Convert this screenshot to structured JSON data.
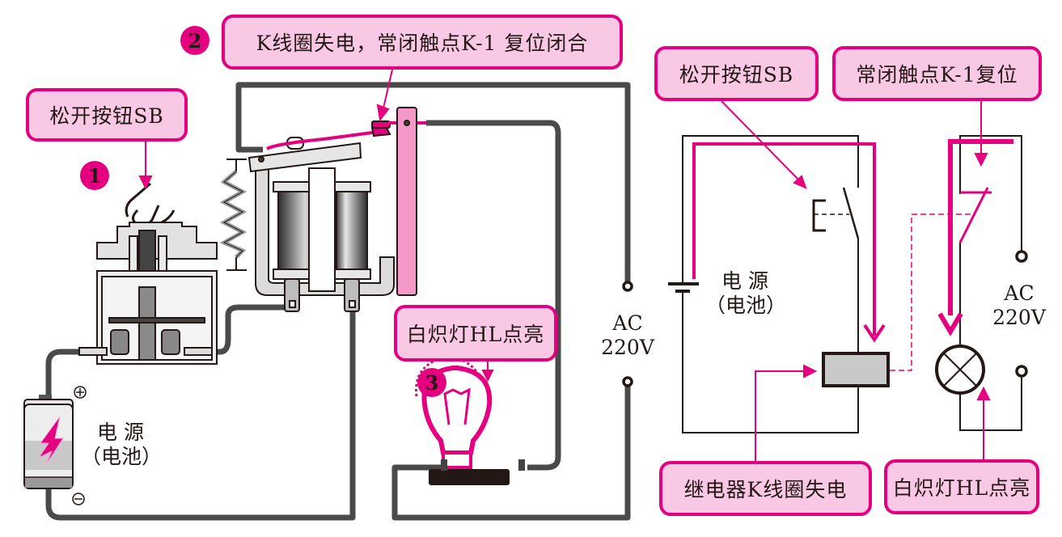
{
  "figure": {
    "title": "继电器常闭触点复位：松开按钮SB后白炽灯点亮",
    "colors": {
      "accent": "#e4007f",
      "callout_fill": "#f8c8e4",
      "armature_fill": "#f59ac8",
      "wire": "#4a4a4a",
      "text": "#231815"
    }
  },
  "pictorial": {
    "steps": [
      {
        "number": "1",
        "text": "松开按钮SB"
      },
      {
        "number": "2",
        "text": "K线圈失电，常闭触点K-1 复位闭合"
      },
      {
        "number": "3",
        "text": "白炽灯HL点亮"
      }
    ],
    "battery_label_line1": "电 源",
    "battery_label_line2": "（电池）",
    "battery_plus": "+",
    "battery_minus": "−",
    "ac_label_line1": "AC",
    "ac_label_line2": "220V"
  },
  "schematic": {
    "callouts": {
      "button": "松开按钮SB",
      "contact": "常闭触点K-1复位",
      "coil": "继电器K线圈失电",
      "lamp": "白炽灯HL点亮"
    },
    "battery_label_line1": "电 源",
    "battery_label_line2": "（电池）",
    "ac_label_line1": "AC",
    "ac_label_line2": "220V",
    "button_symbol": "E"
  }
}
